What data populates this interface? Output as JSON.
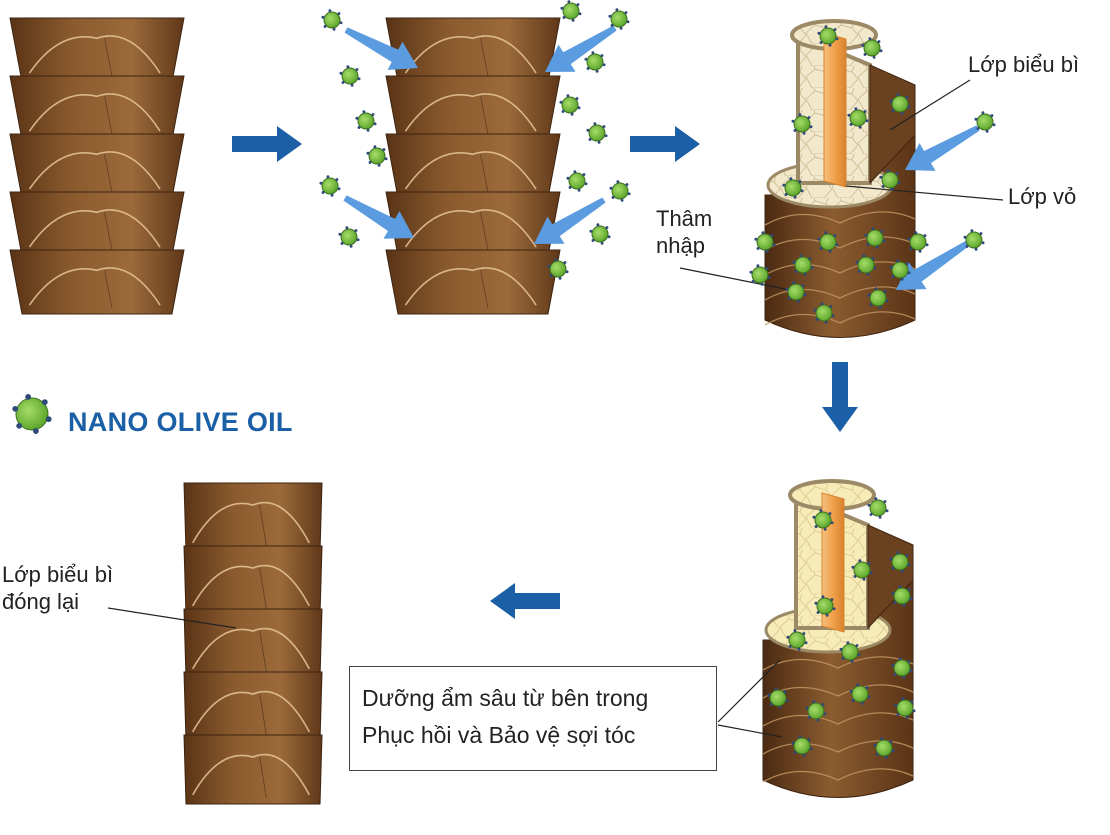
{
  "legend": {
    "label": "NANO OLIVE OIL"
  },
  "labels": {
    "cuticle": "Lớp biểu bì",
    "cortex": "Lớp vỏ",
    "penetrate_line1": "Thâm",
    "penetrate_line2": "nhập",
    "closed_line1": "Lớp biểu bì",
    "closed_line2": "đóng lại"
  },
  "benefits": {
    "line1": "Dưỡng ẩm sâu từ bên trong",
    "line2": "Phục hồi và Bảo vệ sợi tóc"
  },
  "colors": {
    "hair_brown": "#7a4a24",
    "hair_dark": "#4e2d14",
    "hair_light": "#b07a45",
    "flow_arrow": "#1b5fa6",
    "particle_arrow": "#5b9be0",
    "particle_green": "#7ac143",
    "cortex_orange": "#f0a04a",
    "medulla_cream": "#f3e9c8",
    "text": "#222222"
  },
  "icons": [
    "nano-particle-icon",
    "flow-arrow-icon",
    "penetration-arrow-icon"
  ]
}
